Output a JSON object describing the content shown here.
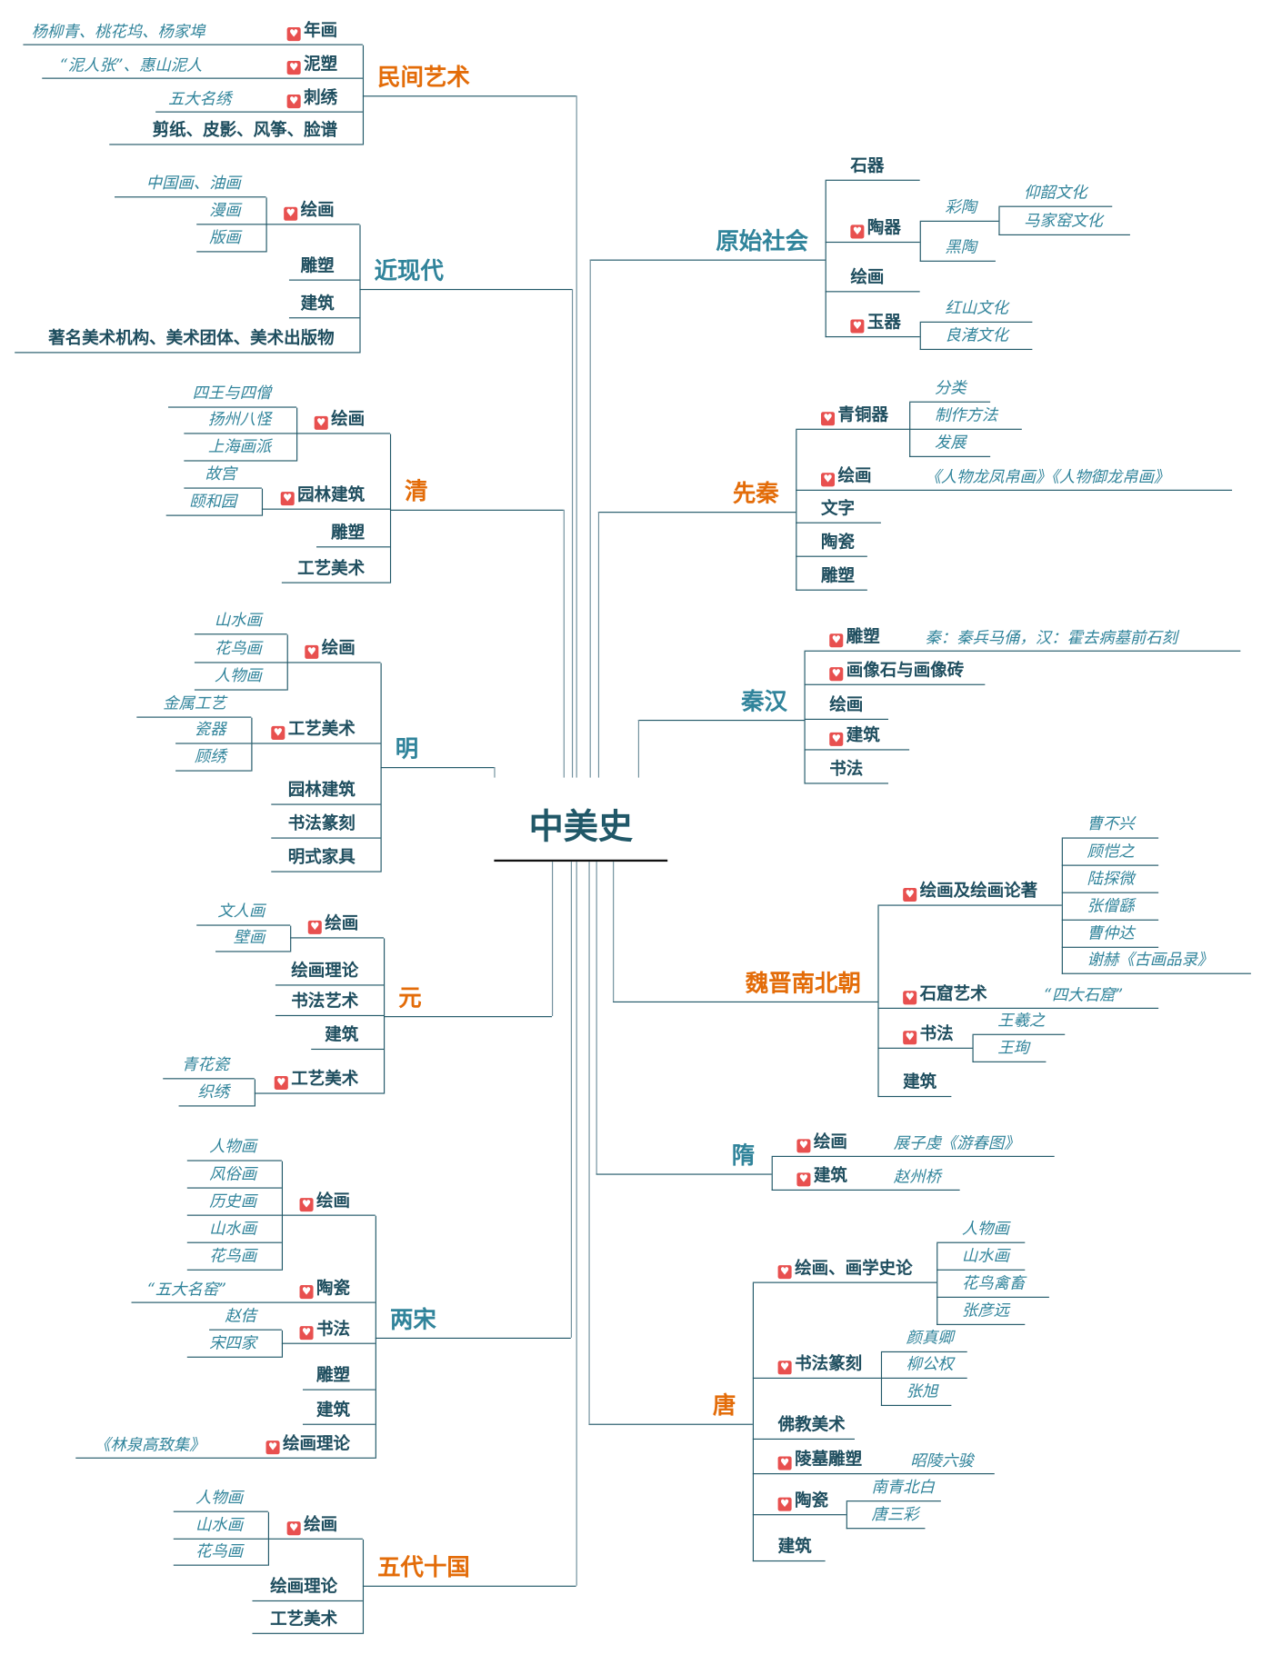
{
  "title": "中美史",
  "colors": {
    "orange": "#e36c09",
    "teal": "#31849b",
    "heart": "#e8504f",
    "text": "#1f4e5f"
  },
  "branches": [
    {
      "label": "民间艺术",
      "color": "orange",
      "items": [
        {
          "label": "年画",
          "icon": "heart-icon",
          "note": "杨柳青、桃花坞、杨家埠"
        },
        {
          "label": "泥塑",
          "icon": "heart-icon",
          "note": "“泥人张”、惠山泥人"
        },
        {
          "label": "刺绣",
          "icon": "heart-icon",
          "note": "五大名绣"
        },
        {
          "label": "剪纸、皮影、风筝、脸谱"
        }
      ]
    },
    {
      "label": "近现代",
      "color": "teal",
      "items": [
        {
          "label": "绘画",
          "icon": "heart-icon",
          "children": [
            {
              "label": "中国画、油画"
            },
            {
              "label": "漫画"
            },
            {
              "label": "版画"
            }
          ]
        },
        {
          "label": "雕塑"
        },
        {
          "label": "建筑"
        },
        {
          "label": "著名美术机构、美术团体、美术出版物"
        }
      ]
    },
    {
      "label": "清",
      "color": "orange",
      "items": [
        {
          "label": "绘画",
          "icon": "heart-icon",
          "children": [
            {
              "label": "四王与四僧"
            },
            {
              "label": "扬州八怪"
            },
            {
              "label": "上海画派"
            }
          ]
        },
        {
          "label": "园林建筑",
          "icon": "heart-icon",
          "children": [
            {
              "label": "故宫"
            },
            {
              "label": "颐和园"
            }
          ]
        },
        {
          "label": "雕塑"
        },
        {
          "label": "工艺美术"
        }
      ]
    },
    {
      "label": "明",
      "color": "teal",
      "items": [
        {
          "label": "绘画",
          "icon": "heart-icon",
          "children": [
            {
              "label": "山水画"
            },
            {
              "label": "花鸟画"
            },
            {
              "label": "人物画"
            }
          ]
        },
        {
          "label": "工艺美术",
          "icon": "heart-icon",
          "children": [
            {
              "label": "金属工艺"
            },
            {
              "label": "瓷器"
            },
            {
              "label": "顾绣"
            }
          ]
        },
        {
          "label": "园林建筑"
        },
        {
          "label": "书法篆刻"
        },
        {
          "label": "明式家具"
        }
      ]
    },
    {
      "label": "元",
      "color": "orange",
      "items": [
        {
          "label": "绘画",
          "icon": "heart-icon",
          "children": [
            {
              "label": "文人画"
            },
            {
              "label": "壁画"
            }
          ]
        },
        {
          "label": "绘画理论"
        },
        {
          "label": "书法艺术"
        },
        {
          "label": "建筑"
        },
        {
          "label": "工艺美术",
          "icon": "heart-icon",
          "children": [
            {
              "label": "青花瓷"
            },
            {
              "label": "织绣"
            }
          ]
        }
      ]
    },
    {
      "label": "两宋",
      "color": "teal",
      "items": [
        {
          "label": "绘画",
          "icon": "heart-icon",
          "children": [
            {
              "label": "人物画"
            },
            {
              "label": "风俗画"
            },
            {
              "label": "历史画"
            },
            {
              "label": "山水画"
            },
            {
              "label": "花鸟画"
            }
          ]
        },
        {
          "label": "陶瓷",
          "icon": "heart-icon",
          "note": "“五大名窑”"
        },
        {
          "label": "书法",
          "icon": "heart-icon",
          "children": [
            {
              "label": "赵佶"
            },
            {
              "label": "宋四家"
            }
          ]
        },
        {
          "label": "雕塑"
        },
        {
          "label": "建筑"
        },
        {
          "label": "绘画理论",
          "icon": "heart-icon",
          "note": "《林泉高致集》"
        }
      ]
    },
    {
      "label": "五代十国",
      "color": "orange",
      "items": [
        {
          "label": "绘画",
          "icon": "heart-icon",
          "children": [
            {
              "label": "人物画"
            },
            {
              "label": "山水画"
            },
            {
              "label": "花鸟画"
            }
          ]
        },
        {
          "label": "绘画理论"
        },
        {
          "label": "工艺美术"
        }
      ]
    },
    {
      "label": "原始社会",
      "color": "teal",
      "items": [
        {
          "label": "石器"
        },
        {
          "label": "陶器",
          "icon": "heart-icon",
          "children": [
            {
              "label": "彩陶",
              "children": [
                {
                  "label": "仰韶文化"
                },
                {
                  "label": "马家窑文化"
                }
              ]
            },
            {
              "label": "黑陶"
            }
          ]
        },
        {
          "label": "绘画"
        },
        {
          "label": "玉器",
          "icon": "heart-icon",
          "children": [
            {
              "label": "红山文化"
            },
            {
              "label": "良渚文化"
            }
          ]
        }
      ]
    },
    {
      "label": "先秦",
      "color": "orange",
      "items": [
        {
          "label": "青铜器",
          "icon": "heart-icon",
          "children": [
            {
              "label": "分类"
            },
            {
              "label": "制作方法"
            },
            {
              "label": "发展"
            }
          ]
        },
        {
          "label": "绘画",
          "icon": "heart-icon",
          "note": "《人物龙凤帛画》《人物御龙帛画》"
        },
        {
          "label": "文字"
        },
        {
          "label": "陶瓷"
        },
        {
          "label": "雕塑"
        }
      ]
    },
    {
      "label": "秦汉",
      "color": "teal",
      "items": [
        {
          "label": "雕塑",
          "icon": "heart-icon",
          "note": "秦：秦兵马俑，汉：霍去病墓前石刻"
        },
        {
          "label": "画像石与画像砖",
          "icon": "heart-icon"
        },
        {
          "label": "绘画"
        },
        {
          "label": "建筑",
          "icon": "heart-icon"
        },
        {
          "label": "书法"
        }
      ]
    },
    {
      "label": "魏晋南北朝",
      "color": "orange",
      "items": [
        {
          "label": "绘画及绘画论著",
          "icon": "heart-icon",
          "children": [
            {
              "label": "曹不兴"
            },
            {
              "label": "顾恺之"
            },
            {
              "label": "陆探微"
            },
            {
              "label": "张僧繇"
            },
            {
              "label": "曹仲达"
            },
            {
              "label": "谢赫《古画品录》"
            }
          ]
        },
        {
          "label": "石窟艺术",
          "icon": "heart-icon",
          "note": "“四大石窟”"
        },
        {
          "label": "书法",
          "icon": "heart-icon",
          "children": [
            {
              "label": "王羲之"
            },
            {
              "label": "王珣"
            }
          ]
        },
        {
          "label": "建筑"
        }
      ]
    },
    {
      "label": "隋",
      "color": "teal",
      "items": [
        {
          "label": "绘画",
          "icon": "heart-icon",
          "note": "展子虔《游春图》"
        },
        {
          "label": "建筑",
          "icon": "heart-icon",
          "note": "赵州桥"
        }
      ]
    },
    {
      "label": "唐",
      "color": "orange",
      "items": [
        {
          "label": "绘画、画学史论",
          "icon": "heart-icon",
          "children": [
            {
              "label": "人物画"
            },
            {
              "label": "山水画"
            },
            {
              "label": "花鸟禽畜"
            },
            {
              "label": "张彦远"
            }
          ]
        },
        {
          "label": "书法篆刻",
          "icon": "heart-icon",
          "children": [
            {
              "label": "颜真卿"
            },
            {
              "label": "柳公权"
            },
            {
              "label": "张旭"
            }
          ]
        },
        {
          "label": "佛教美术"
        },
        {
          "label": "陵墓雕塑",
          "icon": "heart-icon",
          "note": "昭陵六骏"
        },
        {
          "label": "陶瓷",
          "icon": "heart-icon",
          "children": [
            {
              "label": "南青北白"
            },
            {
              "label": "唐三彩"
            }
          ]
        },
        {
          "label": "建筑"
        }
      ]
    }
  ]
}
